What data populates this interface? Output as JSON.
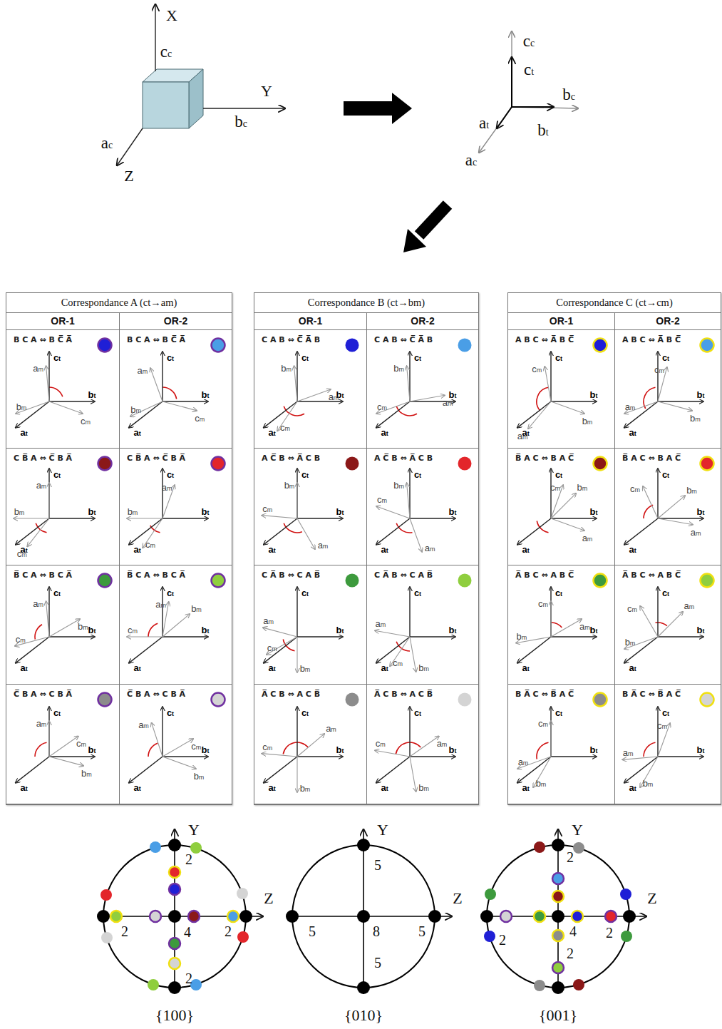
{
  "diagram": {
    "nodes": [
      {
        "text": [
          "Correspondance A (ct→am)",
          "OR-1",
          "OR-2"
        ]
      },
      {
        "text": [
          "B C A ⇔ B C̅ A̅",
          "ct",
          "bt",
          "at",
          "am",
          "bm",
          "cm"
        ],
        "in": 0
      },
      {
        "text": [
          "B C A ⇔ B C̅ A̅",
          "ct",
          "bt",
          "at",
          "am",
          "bm",
          "cm"
        ],
        "in": 0
      },
      {
        "text": [
          "C B̅ A ⇔ C̅ B A̅",
          "ct",
          "bt",
          "at",
          "am",
          "bm",
          "cm"
        ],
        "in": 0
      },
      {
        "text": [
          "C B̅ A ⇔ C̅ B A̅",
          "ct",
          "bt",
          "at",
          "am",
          "bm",
          "cm"
        ],
        "in": 0
      },
      {
        "text": [
          "B̅ C A ⇔ B C A̅",
          "ct",
          "bt",
          "at",
          "am",
          "bm",
          "cm"
        ],
        "in": 0
      },
      {
        "text": [
          "B̅ C A ⇔ B C A̅",
          "ct",
          "bt",
          "at",
          "am",
          "bm",
          "cm"
        ],
        "in": 0
      },
      {
        "text": [
          "C̅ B A ⇔ C B A̅",
          "ct",
          "bt",
          "at",
          "am",
          "bm",
          "cm"
        ],
        "in": 0
      },
      {
        "text": [
          "C̅ B A ⇔ C B A̅",
          "ct",
          "bt",
          "at",
          "am",
          "bm",
          "cm"
        ],
        "in": 0
      },
      {
        "text": [
          "Correspondance B (ct→bm)",
          "OR-1",
          "OR-2"
        ]
      },
      {
        "text": [
          "C A B ⇔ C̅ A̅ B",
          "ct",
          "bt",
          "at",
          "am",
          "bm",
          "cm"
        ],
        "in": 9
      },
      {
        "text": [
          "C A B ⇔ C̅ A̅ B",
          "ct",
          "bt",
          "at",
          "am",
          "bm",
          "cm"
        ],
        "in": 9
      },
      {
        "text": [
          "A C̅ B ⇔ A̅ C B",
          "ct",
          "bt",
          "at",
          "am",
          "bm",
          "cm"
        ],
        "in": 9
      },
      {
        "text": [
          "A C̅ B ⇔ A̅ C B",
          "ct",
          "bt",
          "at",
          "am",
          "bm",
          "cm"
        ],
        "in": 9
      },
      {
        "text": [
          "C A̅ B ⇔ C A B̅",
          "ct",
          "bt",
          "at",
          "am",
          "bm",
          "cm"
        ],
        "in": 9
      },
      {
        "text": [
          "C A̅ B ⇔ C A B̅",
          "ct",
          "bt",
          "at",
          "am",
          "bm",
          "cm"
        ],
        "in": 9
      },
      {
        "text": [
          "A̅ C B ⇔ A C B̅",
          "ct",
          "bt",
          "at",
          "am",
          "bm",
          "cm"
        ],
        "in": 9
      },
      {
        "text": [
          "A̅ C B ⇔ A C B̅",
          "ct",
          "bt",
          "at",
          "am",
          "bm",
          "cm"
        ],
        "in": 9
      },
      {
        "text": [
          "Correspondance C (ct→cm)",
          "OR-1",
          "OR-2"
        ]
      },
      {
        "text": [
          "A B C ⇔ A̅ B C̅",
          "ct",
          "bt",
          "at",
          "am",
          "bm",
          "cm"
        ],
        "in": 18
      },
      {
        "text": [
          "A B C ⇔ A̅ B C̅",
          "ct",
          "bt",
          "at",
          "am",
          "bm",
          "cm"
        ],
        "in": 18
      },
      {
        "text": [
          "B̅ A C ⇔ B A C̅",
          "ct",
          "bt",
          "at",
          "am",
          "bm",
          "cm"
        ],
        "in": 18
      },
      {
        "text": [
          "B̅ A C ⇔ B A C̅",
          "ct",
          "bt",
          "at",
          "am",
          "bm",
          "cm"
        ],
        "in": 18
      },
      {
        "text": [
          "A̅ B C ⇔ A B C̅",
          "ct",
          "bt",
          "at",
          "am",
          "bm",
          "cm"
        ],
        "in": 18
      },
      {
        "text": [
          "A̅ B C ⇔ A B C̅",
          "ct",
          "bt",
          "at",
          "am",
          "bm",
          "cm"
        ],
        "in": 18
      },
      {
        "text": [
          "B A̅ C ⇔ B̅ A C̅",
          "ct",
          "bt",
          "at",
          "am",
          "bm",
          "cm"
        ],
        "in": 18
      },
      {
        "text": [
          "B A̅ C ⇔ B̅ A C̅",
          "ct",
          "bt",
          "at",
          "am",
          "bm",
          "cm"
        ],
        "in": 18
      }
    ],
    "labels": [
      "X",
      "cc",
      "Y",
      "bc",
      "ac",
      "Z",
      "cc",
      "ct",
      "bc",
      "bt",
      "at",
      "ac",
      "Y",
      "Z",
      "2",
      "2",
      "2",
      "4",
      "2",
      "{100}",
      "Y",
      "Z",
      "5",
      "5",
      "8",
      "5",
      "5",
      "{010}",
      "Y",
      "Z",
      "2",
      "2",
      "2",
      "4",
      "2",
      "{001}"
    ]
  }
}
